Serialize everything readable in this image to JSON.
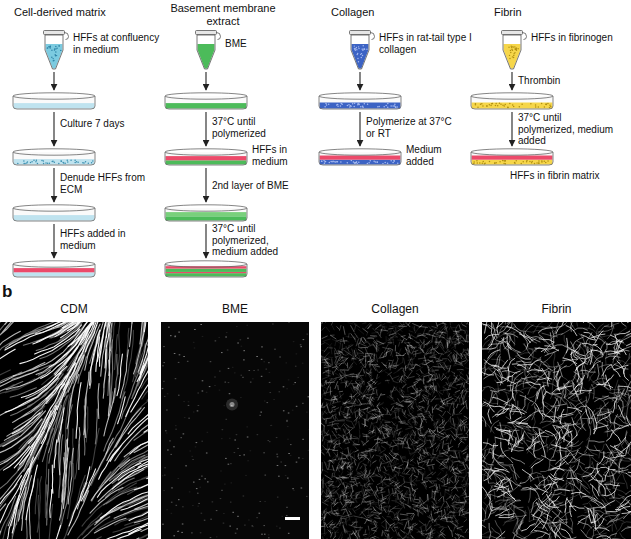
{
  "diagram": {
    "nodes": [
      {
        "text": [
          "HFFs at confluency in medium"
        ]
      },
      {
        "text": []
      },
      {
        "text": []
      },
      {
        "text": []
      },
      {
        "text": []
      },
      {
        "text": [
          "BME"
        ]
      },
      {
        "text": []
      },
      {
        "text": [
          "HFFs in medium"
        ]
      },
      {
        "text": []
      },
      {
        "text": []
      },
      {
        "text": [
          "HFFs in rat-tail type I collagen"
        ]
      },
      {
        "text": []
      },
      {
        "text": [
          "Medium added"
        ]
      },
      {
        "text": [
          "HFFs in fibrinogen"
        ]
      },
      {
        "text": []
      },
      {
        "text": [
          "HFFs in fibrin matrix"
        ]
      },
      {
        "text": [
          "CDM"
        ]
      },
      {
        "text": [
          "BME"
        ]
      },
      {
        "text": [
          "Collagen"
        ]
      },
      {
        "text": [
          "Fibrin"
        ]
      }
    ],
    "edges": [
      {
        "from": 0,
        "to": 1,
        "arrow": "to"
      },
      {
        "from": 1,
        "to": 2,
        "label": "Culture 7 days",
        "arrow": "to"
      },
      {
        "from": 2,
        "to": 3,
        "label": "Denude HFFs from ECM",
        "arrow": "to"
      },
      {
        "from": 3,
        "to": 4,
        "label": "HFFs added in medium",
        "arrow": "to"
      },
      {
        "from": 5,
        "to": 6,
        "arrow": "to"
      },
      {
        "from": 6,
        "to": 7,
        "label": "37°C until polymerized",
        "arrow": "to"
      },
      {
        "from": 7,
        "to": 8,
        "label": "2nd layer of BME",
        "arrow": "to"
      },
      {
        "from": 8,
        "to": 9,
        "label": "37°C until polymerized, medium added",
        "arrow": "to"
      },
      {
        "from": 10,
        "to": 11,
        "arrow": "to"
      },
      {
        "from": 11,
        "to": 12,
        "label": "Polymerize at 37°C or RT",
        "arrow": "to"
      },
      {
        "from": 13,
        "to": 14,
        "label": "Thrombin",
        "arrow": "to"
      },
      {
        "from": 14,
        "to": 15,
        "label": "37°C until polymerized, medium added",
        "arrow": "to"
      }
    ],
    "labels": [
      "Cell-derived matrix",
      "Basement membrane extract",
      "Collagen",
      "Fibrin",
      "b"
    ]
  }
}
